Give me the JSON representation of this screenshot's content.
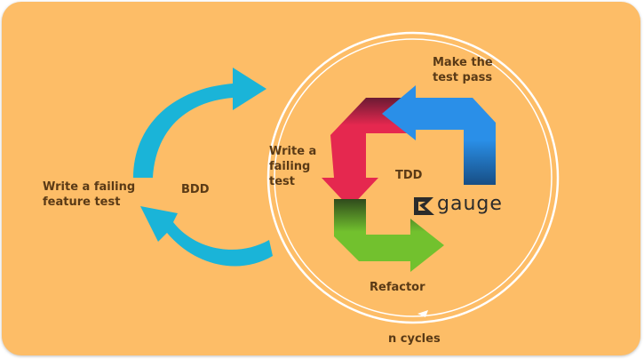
{
  "diagram": {
    "outer_loop": {
      "label": "BDD",
      "step_label": "Write a failing\nfeature test"
    },
    "inner_loop": {
      "label": "TDD",
      "steps": {
        "write": "Write a\nfailing\ntest",
        "pass": "Make the\ntest pass",
        "refactor": "Refactor"
      },
      "cycles_label": "n cycles"
    },
    "logo": {
      "text": "gauge",
      "icon": "gauge-logo-icon"
    }
  },
  "colors": {
    "background": "#fdbd67",
    "bdd_arrow": "#1ab4d8",
    "red_arrow": "#e5284f",
    "blue_arrow": "#2a8fe8",
    "green_arrow": "#72c12e",
    "circle": "#ffffff",
    "text": "#5a3a16"
  }
}
